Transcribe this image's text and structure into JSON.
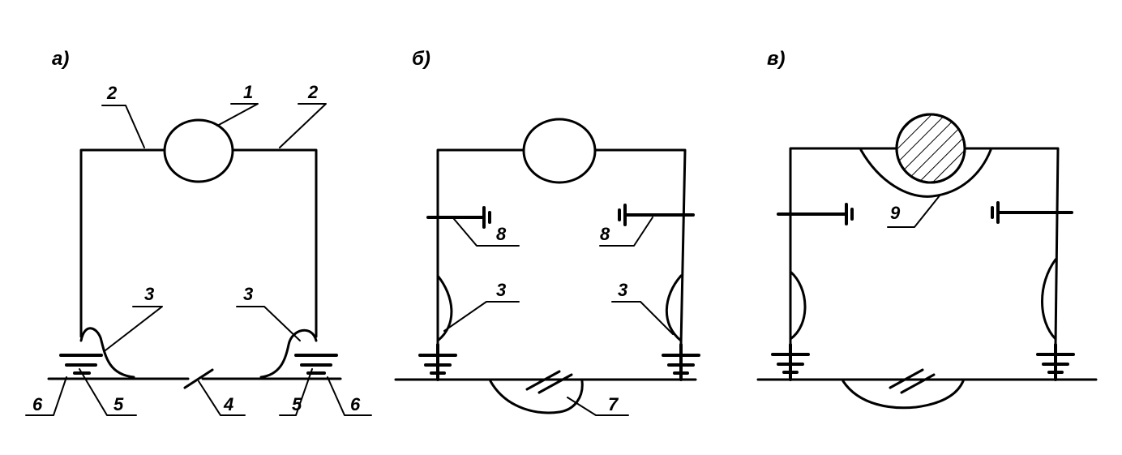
{
  "panels": {
    "a": {
      "title": "а)",
      "labels": {
        "l1": "1",
        "l2a": "2",
        "l2b": "2",
        "l3a": "3",
        "l3b": "3",
        "l4": "4",
        "l5a": "5",
        "l5b": "5",
        "l6a": "6",
        "l6b": "6"
      }
    },
    "b": {
      "title": "б)",
      "labels": {
        "l8a": "8",
        "l8b": "8",
        "l3a": "3",
        "l3b": "3",
        "l7": "7"
      }
    },
    "c": {
      "title": "в)",
      "labels": {
        "l9": "9"
      }
    }
  }
}
